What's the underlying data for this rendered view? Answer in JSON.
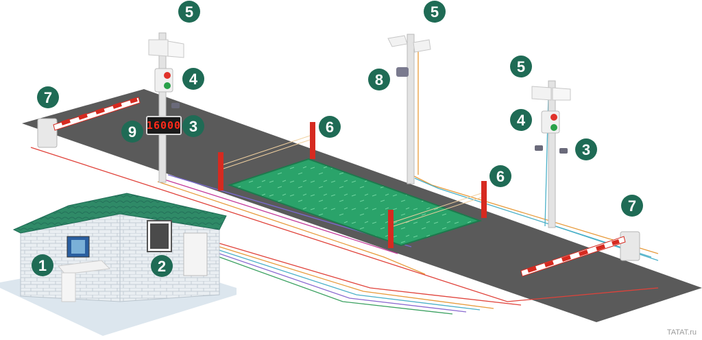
{
  "scoreboard": {
    "value": "16000"
  },
  "callouts": {
    "n1": "1",
    "n2": "2",
    "n3": "3",
    "n4": "4",
    "n5": "5",
    "n6": "6",
    "n7": "7",
    "n8": "8",
    "n9": "9"
  },
  "watermark": "TATAT.ru",
  "colors": {
    "badge": "#1f6b55",
    "road": "#5a5a5a",
    "platform": "#2aa36a",
    "barrier_red": "#d62a20",
    "roof": "#2f8a67"
  },
  "icons": [
    "traffic-light-icon",
    "camera-icon",
    "floodlight-icon",
    "barrier-gate-icon",
    "sensor-post-icon",
    "computer-icon"
  ]
}
